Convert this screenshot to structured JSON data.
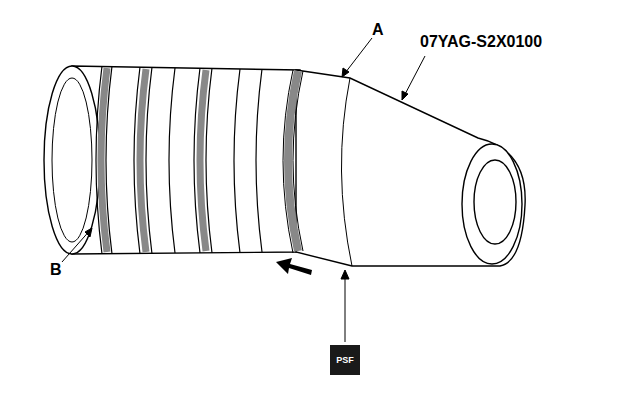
{
  "diagram": {
    "nodes": [
      {
        "text": [
          "PSF"
        ]
      }
    ],
    "labels": [
      "A",
      "07YAG-S2X0100",
      "B"
    ]
  }
}
